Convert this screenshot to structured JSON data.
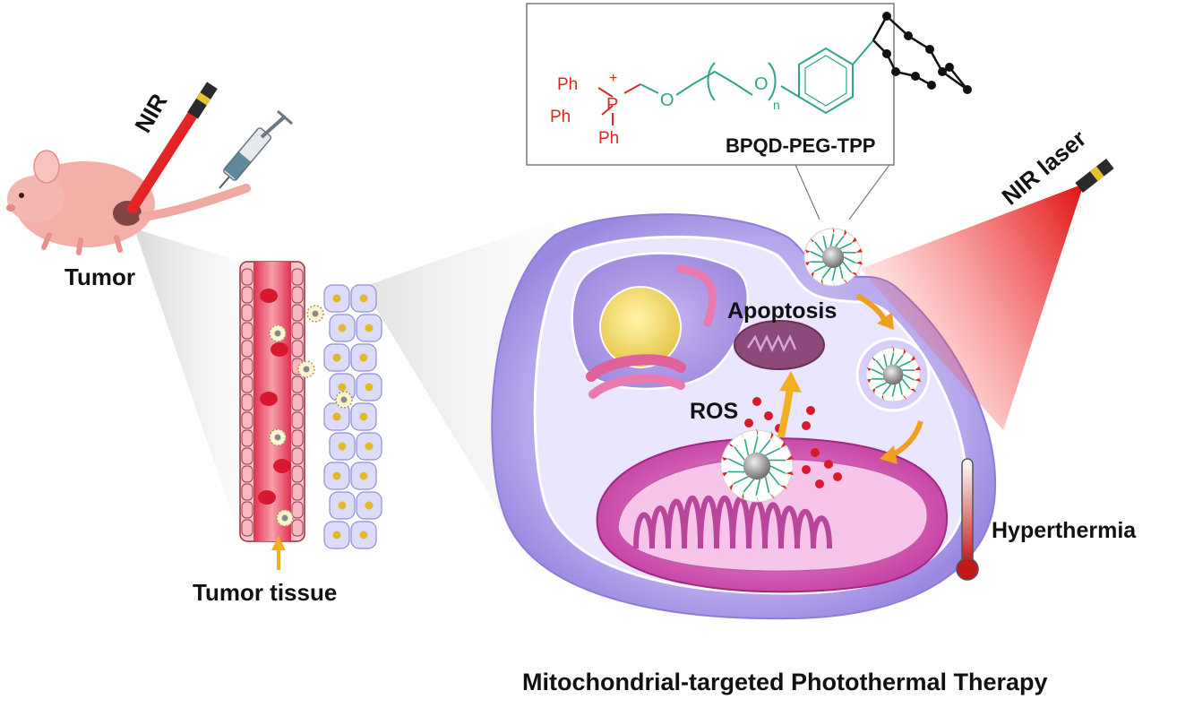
{
  "labels": {
    "nir_left": "NIR",
    "tumor": "Tumor",
    "tumor_tissue": "Tumor tissue",
    "nir_laser": "NIR laser",
    "apoptosis": "Apoptosis",
    "ros": "ROS",
    "hyperthermia": "Hyperthermia",
    "caption": "Mitochondrial-targeted Photothermal Therapy"
  },
  "laser_tip_text": "NIR",
  "structure": {
    "ph1": "Ph",
    "ph2": "Ph",
    "ph3": "Ph",
    "plus": "+",
    "p": "P",
    "o1": "O",
    "o2": "O",
    "n": "n",
    "name": "BPQD-PEG-TPP"
  },
  "colors": {
    "tpp_red": "#d62b1f",
    "peg_green": "#2fa58a",
    "bp_black": "#111111",
    "laser_red": "#e02020",
    "cell_purple": "#b9a8ea",
    "mito_pink": "#d05ab0",
    "arrow_orange": "#f0a020"
  }
}
